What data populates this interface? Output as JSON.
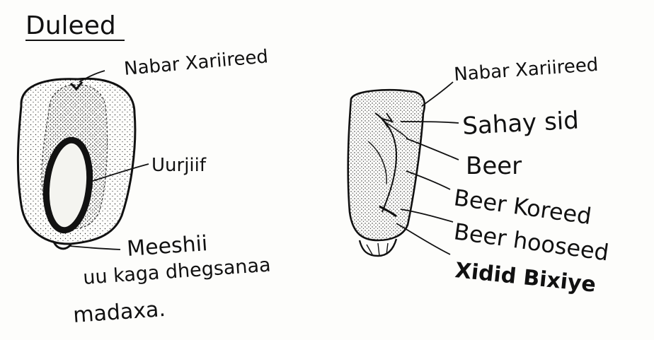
{
  "title": "Duleed",
  "left_figure": {
    "top_label": "Nabar Xariireed",
    "middle_label": "Uurjiif",
    "bottom_label_lines": [
      "Meeshii",
      "uu kaga dhegsanaa",
      "madaxa."
    ]
  },
  "right_figure": {
    "labels": [
      "Nabar Xariireed",
      "Sahay sid",
      "Beer",
      "Beer Koreed",
      "Beer hooseed",
      "Xidid Bixiye"
    ]
  },
  "colors": {
    "ink": "#111111",
    "paper": "#fdfdfb"
  }
}
